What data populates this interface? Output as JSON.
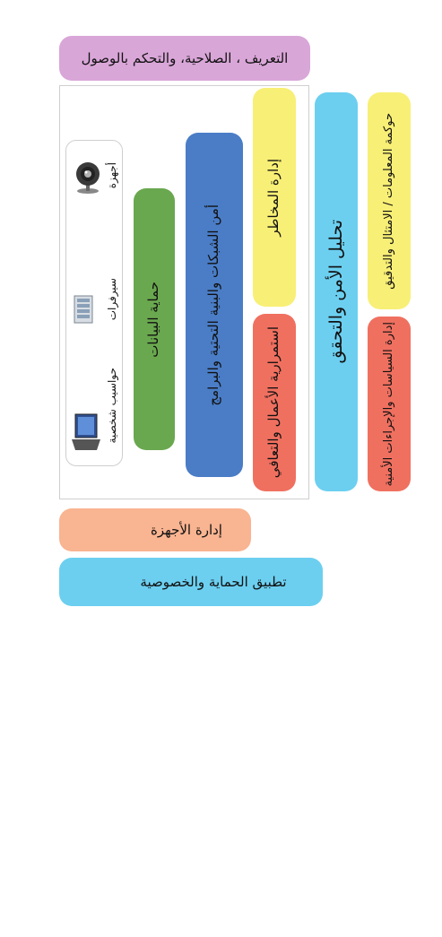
{
  "top_bar": {
    "label": "التعريف ، الصلاحية، والتحكم بالوصول",
    "color": "#d9a6d8"
  },
  "main": {
    "devices": [
      {
        "label": "أجهزة",
        "icon": "webcam-icon"
      },
      {
        "label": "سيرفرات",
        "icon": "server-icon"
      },
      {
        "label": "حواسيب شخصية",
        "icon": "laptop-icon"
      }
    ],
    "green_box": {
      "label": "حماية البيانات",
      "color": "#6aa84f"
    },
    "blue_dark_box": {
      "label": "أمن الشبكات والبنية التحتية والبرامج",
      "color": "#4a7dc6"
    },
    "yellow_top": {
      "label": "إدارة المخاطر",
      "color": "#f8ef76"
    },
    "red_bottom": {
      "label": "استمرارية الأعمال والتعافي",
      "color": "#f07060"
    },
    "light_blue_box": {
      "label": "تحليل الأمن والتحقق",
      "color": "#6ccff0"
    },
    "right_yellow": {
      "label": "حوكمة المعلومات / الامتثال والتدقيق",
      "color": "#f8ef76"
    },
    "right_red": {
      "label": "إدارة السياسات والإجراءات الأمنية",
      "color": "#f07060"
    }
  },
  "device_bar": {
    "label": "إدارة الأجهزة",
    "color": "#f9b491"
  },
  "bottom_bar": {
    "label": "تطبيق الحماية والخصوصية",
    "color": "#6ccff0"
  }
}
